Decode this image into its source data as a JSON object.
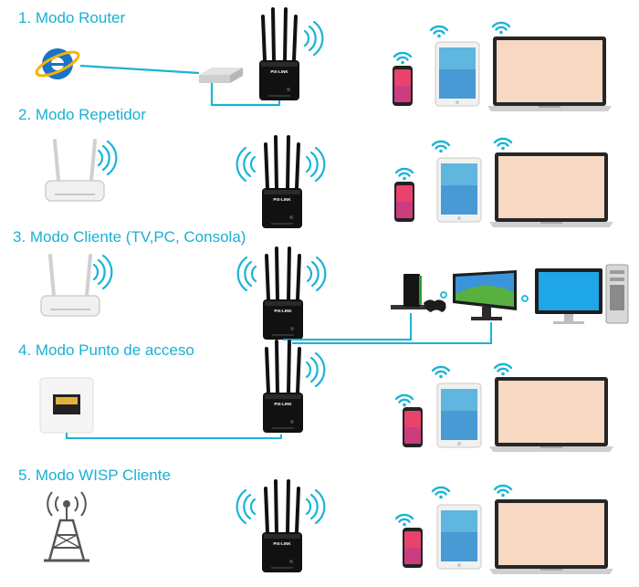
{
  "modes": [
    {
      "title": "1. Modo Router"
    },
    {
      "title": "2. Modo Repetidor"
    },
    {
      "title": "3. Modo Cliente (TV,PC, Consola)"
    },
    {
      "title": "4. Modo Punto de acceso"
    },
    {
      "title": "5. Modo  WISP Cliente"
    }
  ],
  "device_brand": "PIX-LINK",
  "colors": {
    "title": "#18b1d4",
    "cable": "#19b4d6",
    "wifi": "#19b4d6",
    "device": "#111111",
    "laptop_screen": "#f7d8c2"
  },
  "icons": [
    "internet-explorer-icon",
    "switch-icon",
    "repeater-icon",
    "phone-icon",
    "tablet-icon",
    "laptop-icon",
    "wifi-icon",
    "router-icon",
    "console-icon",
    "gamepad-icon",
    "tv-icon",
    "monitor-icon",
    "pc-tower-icon",
    "ethernet-port-icon",
    "antenna-tower-icon"
  ]
}
